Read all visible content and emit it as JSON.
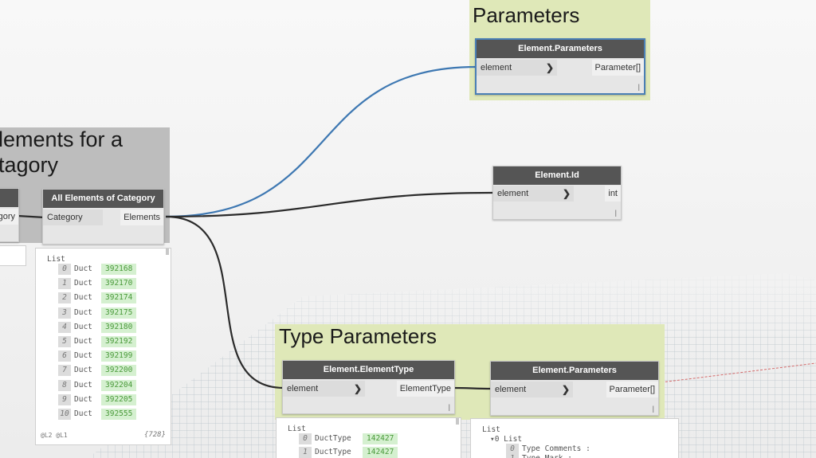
{
  "groups": {
    "parameters": {
      "title": "Parameters",
      "color": "#dfe8b8"
    },
    "elements_for_category": {
      "title_line1": "lements for a",
      "title_line2": "tagory",
      "color": "#bdbdbd"
    },
    "type_parameters": {
      "title": "Type Parameters",
      "color": "#dfe8b8"
    }
  },
  "nodes": {
    "element_parameters_top": {
      "title": "Element.Parameters",
      "input": "element",
      "output": "Parameter[]",
      "lacing": "|"
    },
    "element_id": {
      "title": "Element.Id",
      "input": "element",
      "output": "int",
      "lacing": "|"
    },
    "all_elements_of_category": {
      "title": "All Elements of Category",
      "input": "Category",
      "output": "Elements"
    },
    "partial_left": {
      "output": "gory"
    },
    "element_elementtype": {
      "title": "Element.ElementType",
      "input": "element",
      "output": "ElementType",
      "lacing": "|"
    },
    "element_parameters_bottom": {
      "title": "Element.Parameters",
      "input": "element",
      "output": "Parameter[]",
      "lacing": "|"
    }
  },
  "watch_main": {
    "header": "List",
    "items": [
      {
        "index": "0",
        "type": "Duct",
        "value": "392168"
      },
      {
        "index": "1",
        "type": "Duct",
        "value": "392170"
      },
      {
        "index": "2",
        "type": "Duct",
        "value": "392174"
      },
      {
        "index": "3",
        "type": "Duct",
        "value": "392175"
      },
      {
        "index": "4",
        "type": "Duct",
        "value": "392180"
      },
      {
        "index": "5",
        "type": "Duct",
        "value": "392192"
      },
      {
        "index": "6",
        "type": "Duct",
        "value": "392199"
      },
      {
        "index": "7",
        "type": "Duct",
        "value": "392200"
      },
      {
        "index": "8",
        "type": "Duct",
        "value": "392204"
      },
      {
        "index": "9",
        "type": "Duct",
        "value": "392205"
      },
      {
        "index": "10",
        "type": "Duct",
        "value": "392555"
      }
    ],
    "levels": "@L2 @L1",
    "count": "{728}"
  },
  "watch_type": {
    "header": "List",
    "items": [
      {
        "index": "0",
        "type": "DuctType",
        "value": "142427"
      },
      {
        "index": "1",
        "type": "DuctType",
        "value": "142427"
      }
    ]
  },
  "watch_params": {
    "header": "List",
    "sublist": "▾0 List",
    "items": [
      {
        "index": "0",
        "label": "Type Comments :"
      },
      {
        "index": "1",
        "label": "Type Mark :"
      }
    ]
  },
  "colors": {
    "wire_selected": "#3e78b2",
    "wire_default": "#2b2b2b",
    "node_header": "#555555",
    "value_green": "#4a9a3a"
  }
}
